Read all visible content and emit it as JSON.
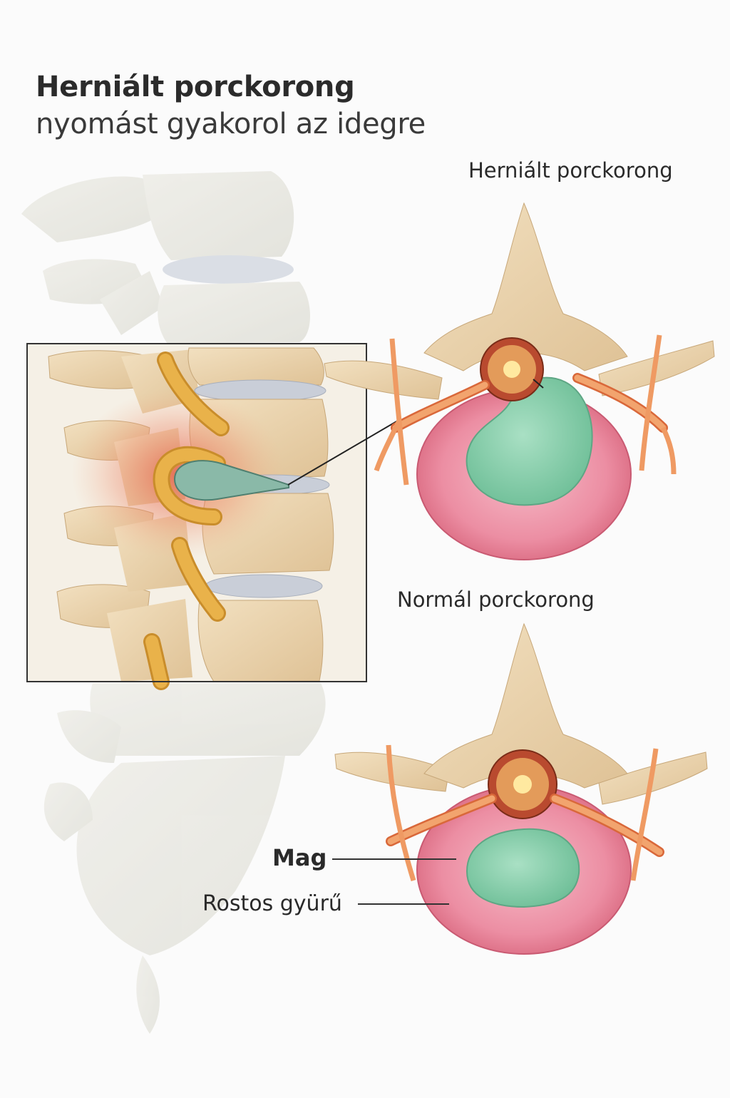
{
  "title": {
    "line1": "Herniált porckorong",
    "line2": "nyomást gyakorol az idegre"
  },
  "labels": {
    "herniated_disc": "Herniált porckorong",
    "normal_disc": "Normál porckorong",
    "nucleus": "Mag",
    "annulus": "Rostos gyürű"
  },
  "colors": {
    "bone": "#e9d3ae",
    "disc_ring": "#e98aa0",
    "nucleus": "#8fd1b0",
    "nerve": "#ef9a63",
    "spinal_nerve_root": "#e9b24a",
    "inflammation": "#e4533f",
    "intervertebral_disc": "#c9ced8"
  }
}
